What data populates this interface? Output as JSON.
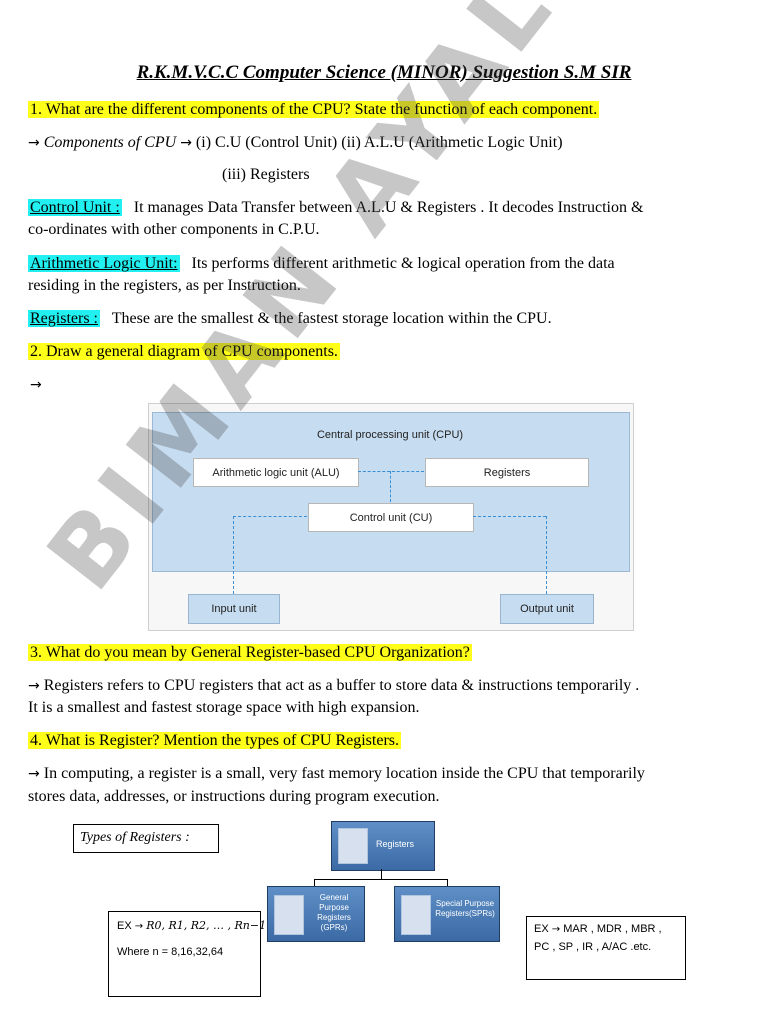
{
  "title": "R.K.M.V.C.C  Computer Science (MINOR)  Suggestion S.M SIR",
  "q1": {
    "question": "1. What are the different components of the CPU? State the function of each component.",
    "components_label": "Components of CPU",
    "components_line1": "(i) C.U (Control Unit)   (ii) A.L.U (Arithmetic Logic Unit)",
    "components_line2": "(iii) Registers",
    "cu_label": "Control Unit :",
    "cu_text1": "It manages Data Transfer between A.L.U & Registers . It decodes Instruction &",
    "cu_text2": "co-ordinates with other components in C.P.U.",
    "alu_label": "Arithmetic Logic Unit:",
    "alu_text1": "Its performs different arithmetic & logical operation from the data",
    "alu_text2": "residing in the registers, as per Instruction.",
    "reg_label": "Registers :",
    "reg_text": "These are the smallest & the fastest storage location within the CPU."
  },
  "q2": {
    "question": "2. Draw a general diagram of CPU components."
  },
  "diagram": {
    "cpu_title": "Central processing unit (CPU)",
    "alu": "Arithmetic logic unit (ALU)",
    "registers": "Registers",
    "control_unit": "Control unit (CU)",
    "input_unit": "Input unit",
    "output_unit": "Output unit",
    "accent_color": "#3a8fd4"
  },
  "q3": {
    "question": "3. What do you mean by General Register-based CPU Organization?",
    "answer1": "Registers refers to CPU registers that act as a buffer to store data & instructions temporarily .",
    "answer2": "It is a smallest and fastest storage space with high expansion."
  },
  "q4": {
    "question": "4. What is Register? Mention the types of CPU Registers.",
    "answer1": "In computing, a register is a small, very fast memory location inside the CPU that temporarily",
    "answer2": "stores data, addresses, or instructions during program execution."
  },
  "types": {
    "label": "Types of Registers :",
    "root": "Registers",
    "gpr": "General Purpose Registers (GPRs)",
    "spr": "Special Purpose Registers(SPRs)",
    "gpr_ex_prefix": "EX",
    "gpr_ex_formula": "R0, R1, R2, … , Rn−1",
    "gpr_ex_where": "Where  n = 8,16,32,64",
    "spr_ex_prefix": "EX",
    "spr_ex_line1": "MAR , MDR , MBR ,",
    "spr_ex_line2": "PC , SP , IR , A/AC .etc."
  },
  "watermark": "BIMAN AYAL",
  "colors": {
    "question_highlight": "#ffff1a",
    "label_highlight": "#22f0f0",
    "register_box": "#4a7ab6"
  }
}
